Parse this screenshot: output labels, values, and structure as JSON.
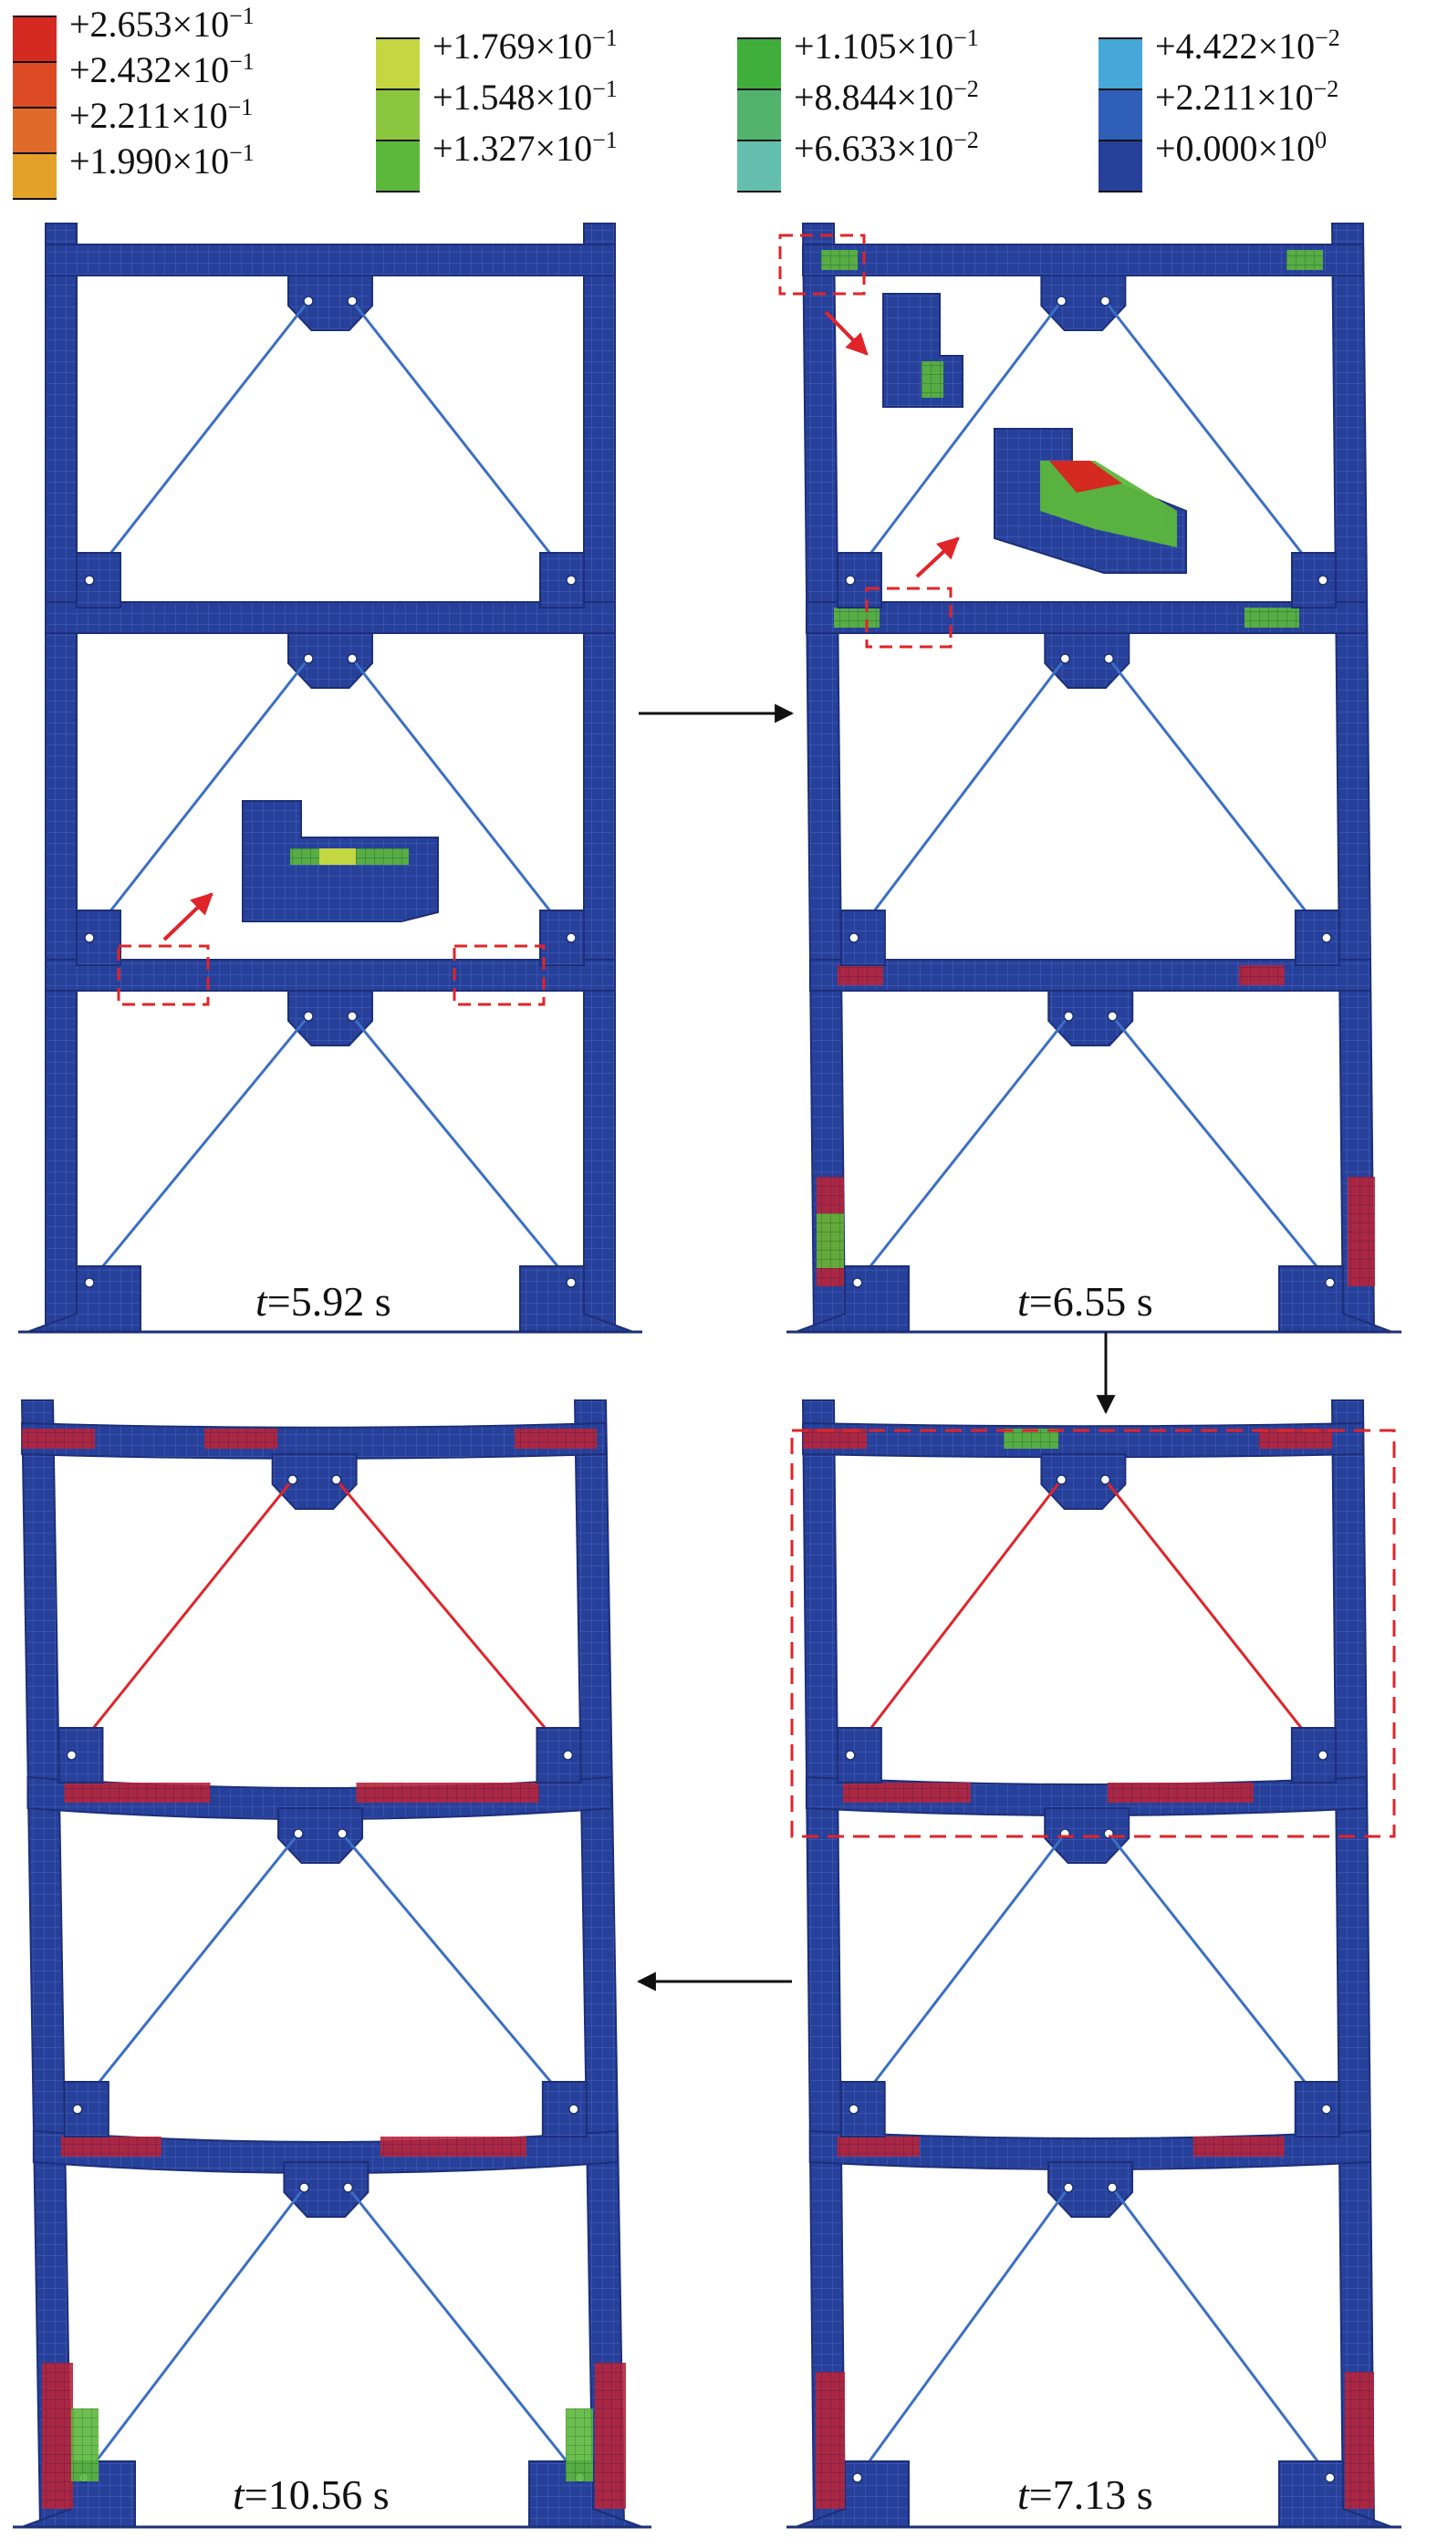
{
  "legend": {
    "entries": [
      {
        "mantissa": "+2.653×10",
        "exp": "−1",
        "color": "#d42a22"
      },
      {
        "mantissa": "+2.432×10",
        "exp": "−1",
        "color": "#dd4b24"
      },
      {
        "mantissa": "+2.211×10",
        "exp": "−1",
        "color": "#e06a2a"
      },
      {
        "mantissa": "+1.990×10",
        "exp": "−1",
        "color": "#e3a227"
      },
      {
        "mantissa": "+1.769×10",
        "exp": "−1",
        "color": "#c4d640"
      },
      {
        "mantissa": "+1.548×10",
        "exp": "−1",
        "color": "#8cc63f"
      },
      {
        "mantissa": "+1.327×10",
        "exp": "−1",
        "color": "#5cb83a"
      },
      {
        "mantissa": "+1.105×10",
        "exp": "−1",
        "color": "#3fae3a"
      },
      {
        "mantissa": "+8.844×10",
        "exp": "−2",
        "color": "#52b46c"
      },
      {
        "mantissa": "+6.633×10",
        "exp": "−2",
        "color": "#64bfae"
      },
      {
        "mantissa": "+4.422×10",
        "exp": "−2",
        "color": "#46a8d8"
      },
      {
        "mantissa": "+2.211×10",
        "exp": "−2",
        "color": "#2f5fb8"
      },
      {
        "mantissa": "+0.000×10",
        "exp": "0",
        "color": "#27409a"
      }
    ]
  },
  "panels": [
    {
      "t_italic": "t",
      "t_value": "=5.92 s"
    },
    {
      "t_italic": "t",
      "t_value": "=6.55 s"
    },
    {
      "t_italic": "t",
      "t_value": "=10.56 s"
    },
    {
      "t_italic": "t",
      "t_value": "=7.13 s"
    }
  ],
  "colors": {
    "mesh": "#27409a",
    "mesh_line": "#4a66c4",
    "brace_elastic": "#3b6fc4",
    "brace_failed": "#e0242a",
    "damage_red": "#b8243a",
    "damage_green": "#5cb83a",
    "highlight": "#e0242a",
    "arrow": "#111111"
  }
}
